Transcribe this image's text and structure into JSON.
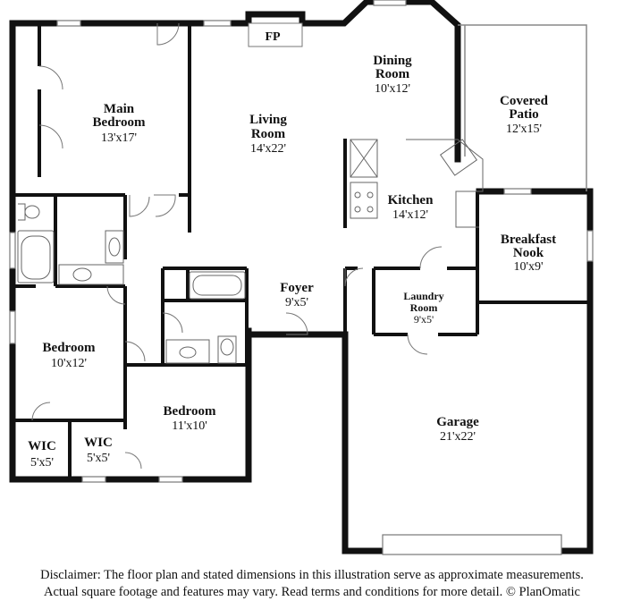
{
  "rooms": {
    "main_bedroom": {
      "name_1": "Main",
      "name_2": "Bedroom",
      "dim": "13'x17'"
    },
    "living_room": {
      "name_1": "Living",
      "name_2": "Room",
      "dim": "14'x22'"
    },
    "dining_room": {
      "name_1": "Dining",
      "name_2": "Room",
      "dim": "10'x12'"
    },
    "covered_patio": {
      "name_1": "Covered",
      "name_2": "Patio",
      "dim": "12'x15'"
    },
    "kitchen": {
      "name": "Kitchen",
      "dim": "14'x12'"
    },
    "breakfast_nook": {
      "name_1": "Breakfast",
      "name_2": "Nook",
      "dim": "10'x9'"
    },
    "foyer": {
      "name": "Foyer",
      "dim": "9'x5'"
    },
    "laundry_room": {
      "name_1": "Laundry",
      "name_2": "Room",
      "dim": "9'x5'"
    },
    "bedroom_left": {
      "name": "Bedroom",
      "dim": "10'x12'"
    },
    "bedroom_center": {
      "name": "Bedroom",
      "dim": "11'x10'"
    },
    "wic_left": {
      "name": "WIC",
      "dim": "5'x5'"
    },
    "wic_right": {
      "name": "WIC",
      "dim": "5'x5'"
    },
    "garage": {
      "name": "Garage",
      "dim": "21'x22'"
    }
  },
  "fireplace": {
    "label": "FP"
  },
  "disclaimer": {
    "line1": "Disclaimer: The floor plan and stated dimensions in this illustration serve as approximate measurements.",
    "line2": "Actual square footage and features may vary. Read terms and conditions for more detail. © PlanOmatic"
  },
  "colors": {
    "wall": "#111111",
    "fixture": "#666666",
    "background": "#ffffff"
  }
}
